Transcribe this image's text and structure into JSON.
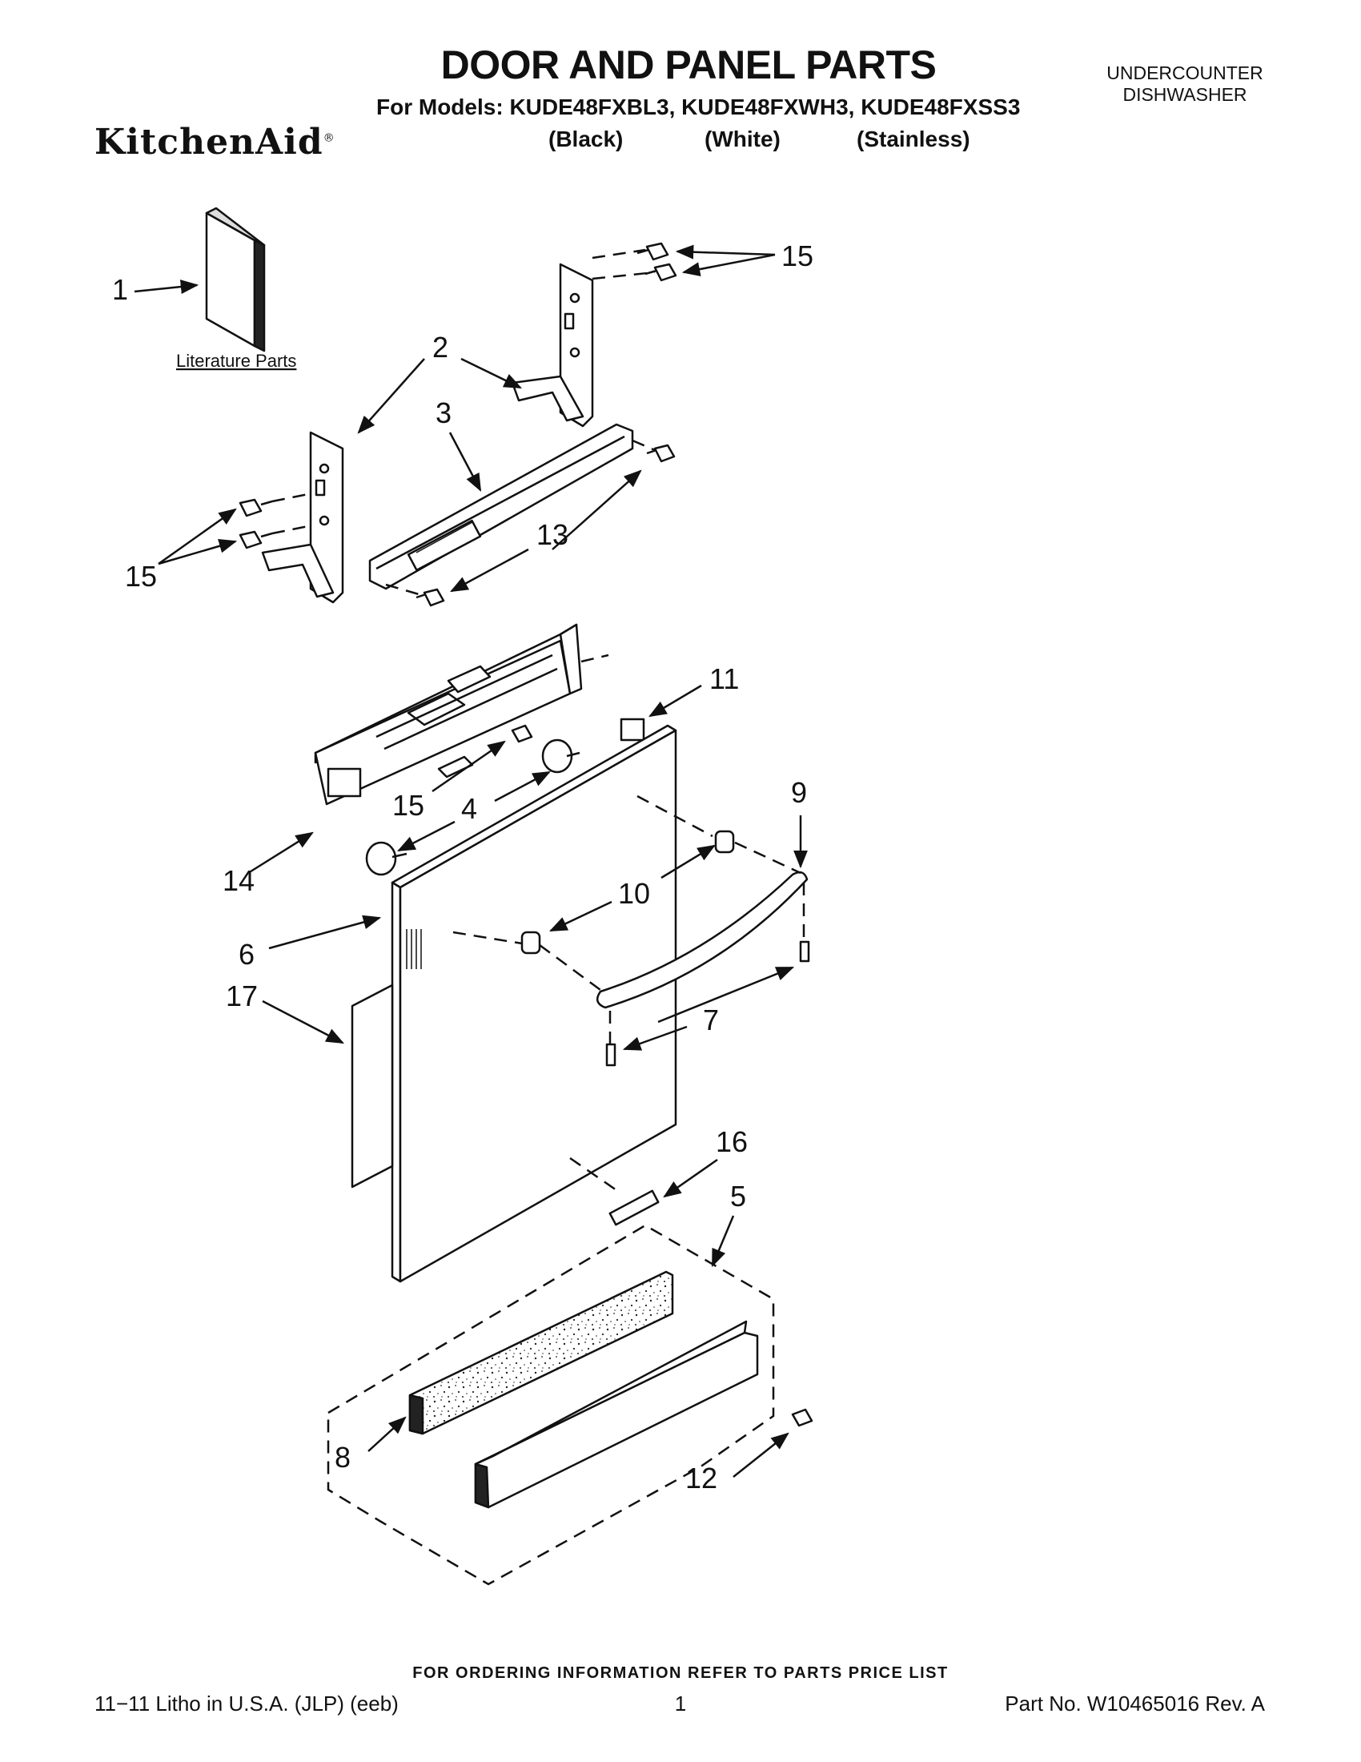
{
  "header": {
    "title": "DOOR AND PANEL PARTS",
    "models": "For Models: KUDE48FXBL3, KUDE48FXWH3, KUDE48FXSS3",
    "variants": [
      "(Black)",
      "(White)",
      "(Stainless)"
    ],
    "appliance_line1": "UNDERCOUNTER",
    "appliance_line2": "DISHWASHER",
    "brand": "KitchenAid"
  },
  "diagram": {
    "literature_label": "Literature Parts",
    "callouts": [
      "1",
      "2",
      "3",
      "4",
      "5",
      "6",
      "7",
      "8",
      "9",
      "10",
      "11",
      "12",
      "13",
      "14",
      "15",
      "15",
      "15",
      "16",
      "17"
    ]
  },
  "footer": {
    "ordering_note": "FOR ORDERING INFORMATION REFER TO PARTS PRICE LIST",
    "litho": "11−11 Litho in U.S.A. (JLP) (eeb)",
    "page": "1",
    "part_no": "Part No. W10465016 Rev. A"
  }
}
